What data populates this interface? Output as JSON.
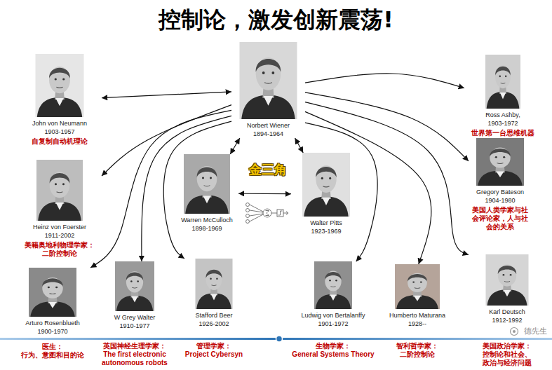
{
  "diagram": {
    "title": "控制论，激发创新震荡!",
    "nodes": [
      {
        "text": [
          "Norbert Wiener",
          "1894-1964"
        ]
      },
      {
        "text": [
          "John von Neumann",
          "1903-1957",
          "自复制自动机理论"
        ]
      },
      {
        "text": [
          "Ross Ashby,",
          "1903-1972",
          "世界第一台思维机器"
        ]
      },
      {
        "text": [
          "Heinz von Foerster",
          "1911-2002",
          "美籍奥地利物理学家：",
          "二阶控制论"
        ]
      },
      {
        "text": [
          "Warren McCulloch",
          "1898-1969"
        ]
      },
      {
        "text": [
          "Walter Pitts",
          "1923-1969"
        ]
      },
      {
        "text": [
          "Gregory Bateson",
          "1904-1980",
          "美国人类学家与社 会评论家，人与社 会的关系"
        ]
      },
      {
        "text": [
          "Arturo Rosenblueth",
          "1900-1970",
          "医生：",
          "行为、意图和目的论"
        ]
      },
      {
        "text": [
          "W Grey Walter",
          "1910-1977",
          "英国神经生理学家：",
          "The first electronic autonomous robots"
        ]
      },
      {
        "text": [
          "Stafford Beer",
          "1926-2002",
          "管理学家：",
          "Project Cybersyn"
        ]
      },
      {
        "text": [
          "Ludwig von Bertalanffy",
          "1901-1972",
          "生物学家：",
          "General Systems Theory"
        ]
      },
      {
        "text": [
          "Humberto Maturana",
          "1928--",
          "智利哲学家：",
          "二阶控制论"
        ]
      },
      {
        "text": [
          "Karl Deutsch",
          "1912-1992",
          "美国政治学家：",
          "控制论和社会、 政治与经济问题"
        ]
      }
    ],
    "edges": [
      {
        "from": 0,
        "to": 1,
        "arrow": "both"
      },
      {
        "from": 0,
        "to": 3,
        "arrow": "to"
      },
      {
        "from": 0,
        "to": 7,
        "arrow": "to"
      },
      {
        "from": 0,
        "to": 8,
        "arrow": "to"
      },
      {
        "from": 0,
        "to": 9,
        "arrow": "to"
      },
      {
        "from": 0,
        "to": 4,
        "arrow": "both"
      },
      {
        "from": 0,
        "to": 5,
        "arrow": "both"
      },
      {
        "from": 4,
        "to": 5,
        "arrow": "both"
      },
      {
        "from": 0,
        "to": 10,
        "arrow": "to"
      },
      {
        "from": 0,
        "to": 11,
        "arrow": "to"
      },
      {
        "from": 0,
        "to": 2,
        "arrow": "to"
      },
      {
        "from": 0,
        "to": 6,
        "arrow": "to"
      },
      {
        "from": 0,
        "to": 12,
        "arrow": "to"
      }
    ],
    "labels": [
      "金三角",
      "德先生"
    ]
  }
}
